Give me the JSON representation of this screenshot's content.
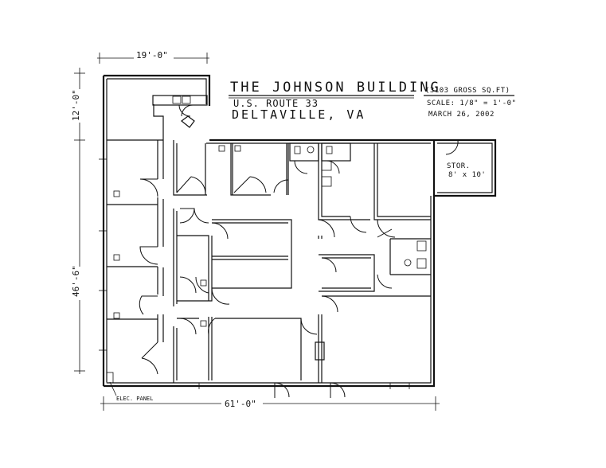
{
  "title": {
    "name": "THE JOHNSON BUILDING",
    "area": "(3103 GROSS SQ.FT)",
    "address": "U.S. ROUTE 33",
    "city": "DELTAVILLE, VA",
    "scale": "SCALE: 1/8\" = 1'-0\"",
    "date": "MARCH 26, 2002"
  },
  "dimensions": {
    "top_width": "19'-0\"",
    "side_top": "12'-0\"",
    "side_main": "46'-6\"",
    "bottom_width": "61'-0\""
  },
  "labels": {
    "storage_name": "STOR.",
    "storage_size": "8' x 10'",
    "electric_panel": "ELEC. PANEL"
  }
}
